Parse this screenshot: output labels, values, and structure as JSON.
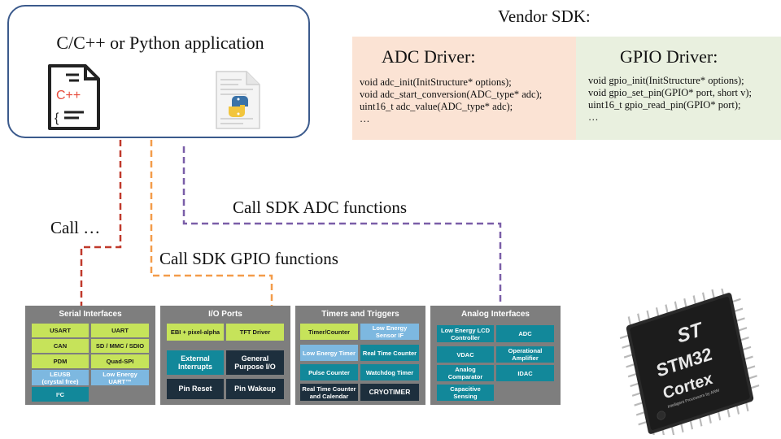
{
  "app": {
    "title": "C/C++ or Python application",
    "icons": [
      "cpp-file-icon",
      "python-file-icon"
    ],
    "cpp_icon_text": "C++"
  },
  "sdk": {
    "title": "Vendor SDK:",
    "adc": {
      "title": "ADC Driver:",
      "lines": [
        "void adc_init(InitStructure* options);",
        "void adc_start_conversion(ADC_type* adc);",
        "uint16_t adc_value(ADC_type* adc);",
        "…"
      ]
    },
    "gpio": {
      "title": "GPIO Driver:",
      "lines": [
        "void gpio_init(InitStructure*  options);",
        "void gpio_set_pin(GPIO* port, short v);",
        "uint16_t gpio_read_pin(GPIO* port);",
        "…"
      ]
    }
  },
  "calls": {
    "generic": "Call …",
    "gpio": "Call SDK GPIO functions",
    "adc": "Call SDK ADC functions"
  },
  "colors": {
    "generic_arrow": "#c0392b",
    "gpio_arrow": "#f39c4a",
    "adc_arrow": "#7a5ea8",
    "app_border": "#3b5a8c",
    "adc_panel": "#fbe3d4",
    "gpio_panel": "#e9f0df"
  },
  "blocks": {
    "serial": {
      "title": "Serial Interfaces",
      "cells": [
        "USART",
        "UART",
        "CAN",
        "SD / MMC / SDIO",
        "PDM",
        "Quad-SPI",
        "LEUSB\n(crystal free)",
        "Low Energy\nUART™",
        "I²C"
      ]
    },
    "io": {
      "title": "I/O Ports",
      "cells": [
        "EBI + pixel-alpha",
        "TFT Driver",
        "External\nInterrupts",
        "General\nPurpose I/O",
        "Pin Reset",
        "Pin Wakeup"
      ]
    },
    "timers": {
      "title": "Timers and Triggers",
      "cells": [
        "Timer/Counter",
        "Low Energy\nSensor IF",
        "Low Energy Timer",
        "Real Time Counter",
        "Pulse Counter",
        "Watchdog Timer",
        "Real Time Counter\nand Calendar",
        "CRYOTIMER"
      ]
    },
    "analog": {
      "title": "Analog Interfaces",
      "cells": [
        "Low Energy LCD\nController",
        "ADC",
        "VDAC",
        "Operational\nAmplifier",
        "Analog\nComparator",
        "IDAC",
        "Capacitive\nSensing"
      ]
    }
  },
  "chip": {
    "logo": "ST",
    "model": "STM32",
    "cortex": "Cortex",
    "tagline": "Intelligent Processors by ARM"
  }
}
